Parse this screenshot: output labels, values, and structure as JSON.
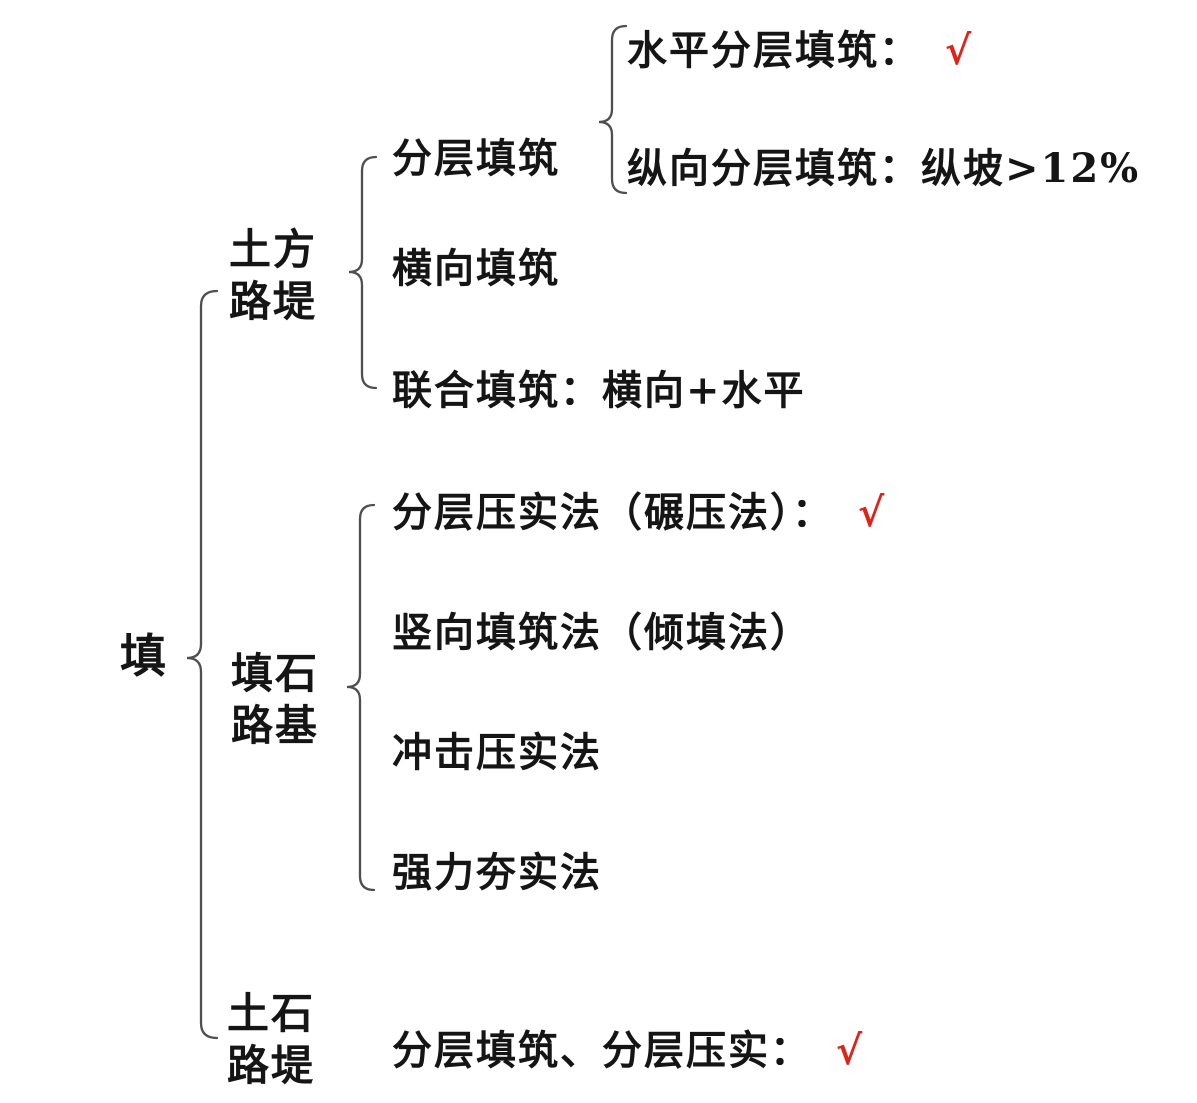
{
  "colors": {
    "background": "#ffffff",
    "text": "#151515",
    "check_red": "#e02318",
    "brace": "#4f4f4f"
  },
  "mindmap": {
    "root": {
      "label": "填"
    },
    "branches": [
      {
        "label_line1": "土方",
        "label_line2": "路堤",
        "children": [
          {
            "label": "分层填筑",
            "children": [
              {
                "label": "水平分层填筑：",
                "check": "√"
              },
              {
                "label": "纵向分层填筑：纵坡>12%"
              }
            ]
          },
          {
            "label": "横向填筑"
          },
          {
            "label": "联合填筑：横向+水平"
          }
        ]
      },
      {
        "label_line1": "填石",
        "label_line2": "路基",
        "children": [
          {
            "label": "分层压实法（碾压法）：",
            "check": "√"
          },
          {
            "label": "竖向填筑法（倾填法）"
          },
          {
            "label": "冲击压实法"
          },
          {
            "label": "强力夯实法"
          }
        ]
      },
      {
        "label_line1": "土石",
        "label_line2": "路堤",
        "children": [
          {
            "label": "分层填筑、分层压实：",
            "check": "√"
          }
        ]
      }
    ]
  }
}
